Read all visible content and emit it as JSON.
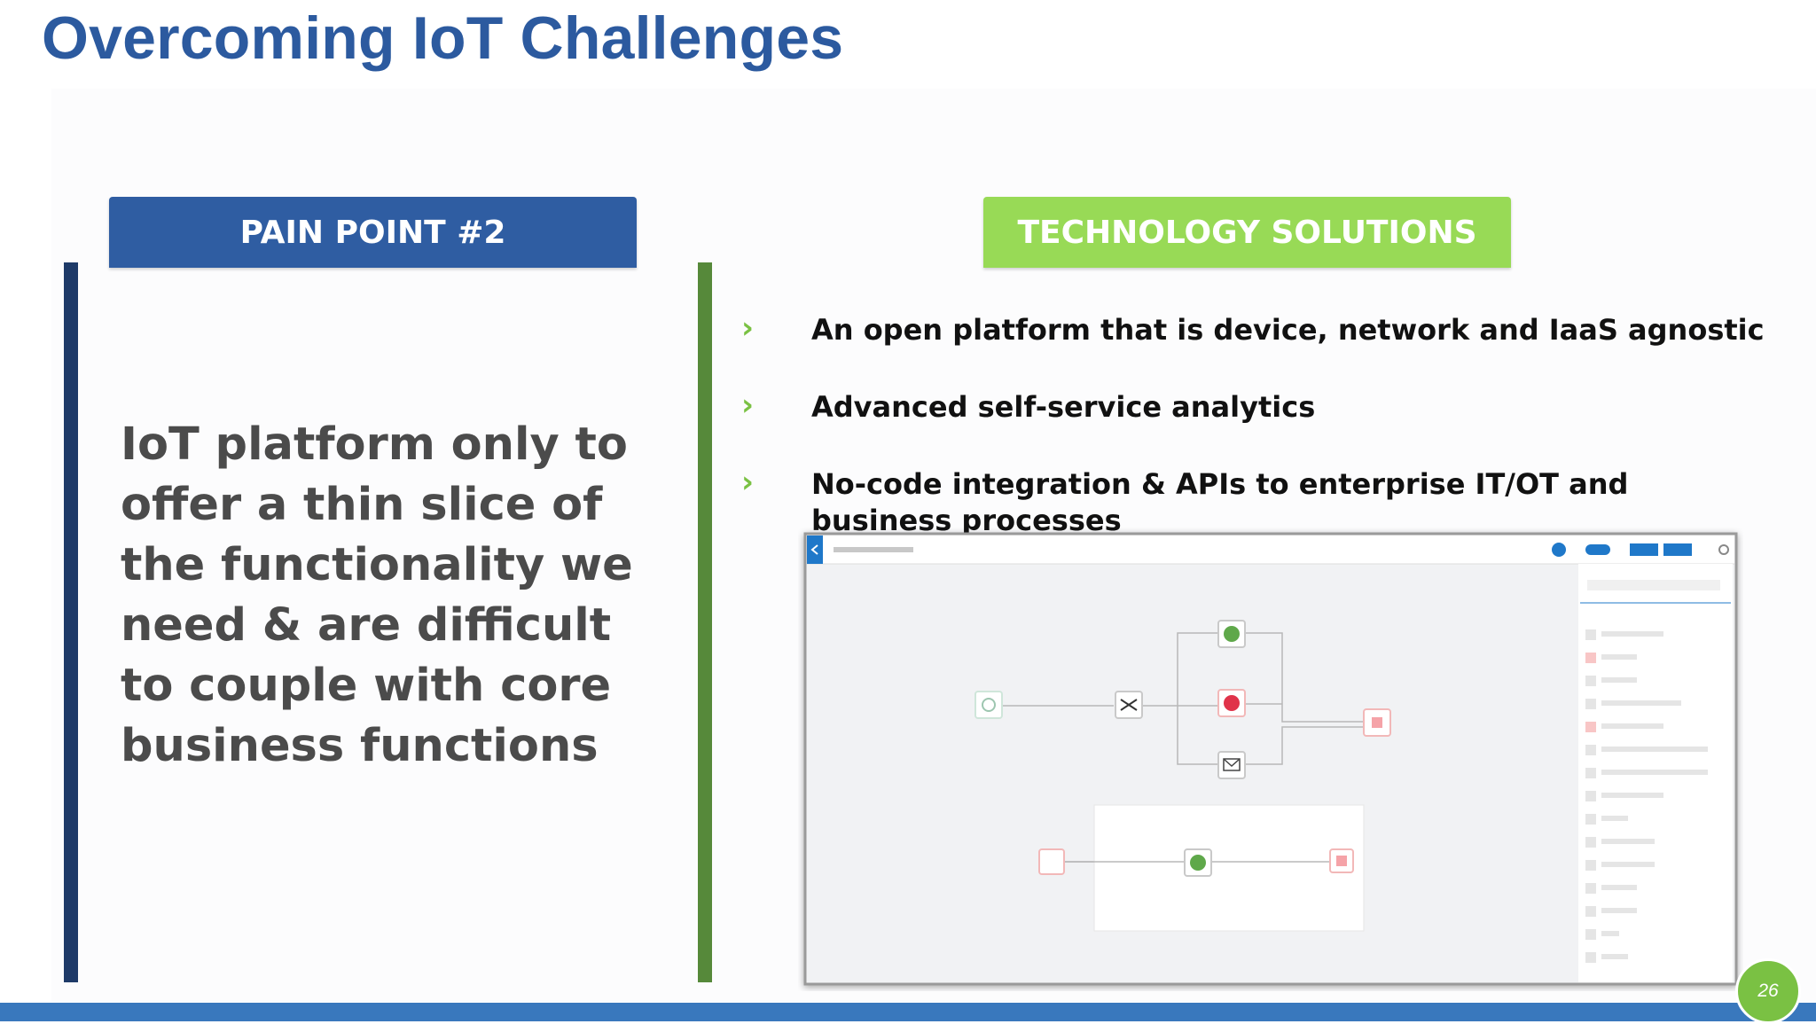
{
  "slide": {
    "title": "Overcoming IoT Challenges",
    "page_number": "26",
    "colors": {
      "title": "#2c5a9f",
      "pain_tab": "#2f5da2",
      "tech_tab": "#98da56",
      "left_bar": "#1e3a68",
      "right_bar": "#56893a",
      "bullet_arrow": "#7ac143",
      "footer_bar": "#3978bd"
    }
  },
  "pain_point": {
    "label": "PAIN POINT #2",
    "text": "IoT platform only to offer a thin slice of the functionality we need & are difficult to couple with core business functions"
  },
  "solutions": {
    "label": "TECHNOLOGY SOLUTIONS",
    "bullet_icon": "chevron-right-icon",
    "bullets": [
      "An open platform that is device, network and IaaS agnostic",
      "Advanced self-service analytics",
      "No-code integration & APIs to enterprise IT/OT and business processes"
    ]
  },
  "screenshot": {
    "description_icons": [
      "back-icon",
      "settings-icon",
      "shuffle-icon",
      "mail-icon"
    ]
  }
}
